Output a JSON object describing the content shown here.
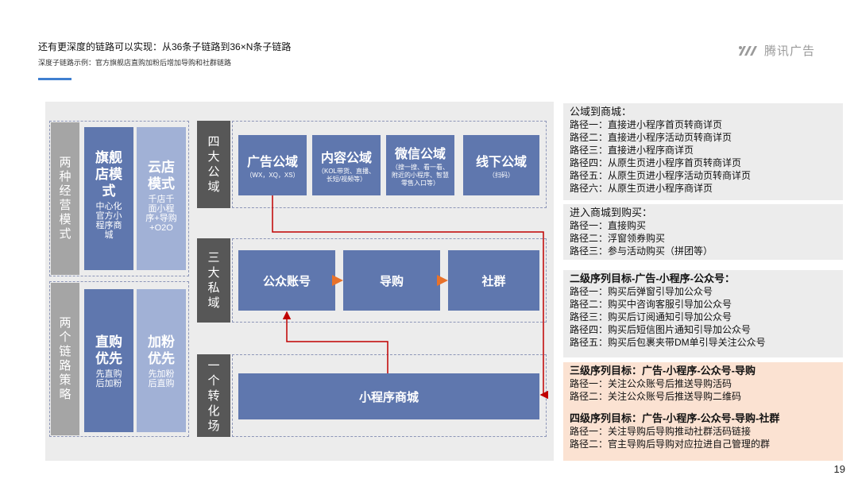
{
  "header": {
    "title": "还有更深度的链路可以实现：从36条子链路到36×N条子链路",
    "subtitle": "深度子链路示例：官方旗舰店直购加粉后增加导购和社群链路",
    "brand": "腾讯广告"
  },
  "page_number": "19",
  "left": {
    "mode_label": "两种经营模式",
    "strategy_label": "两个链路策略",
    "flagship": {
      "title": "旗舰店模式",
      "sub": "中心化官方小程序商城"
    },
    "cloud": {
      "title": "云店模式",
      "sub": "千店千面小程序+导购+O2O"
    },
    "direct": {
      "title": "直购优先",
      "sub": "先直购后加粉"
    },
    "fans": {
      "title": "加粉优先",
      "sub": "先加粉后直购"
    }
  },
  "center": {
    "public_label": "四大公域",
    "private_label": "三大私域",
    "conversion_label": "一个转化场",
    "domains": [
      {
        "title": "广告公域",
        "sub": "（WX，XQ，XS）"
      },
      {
        "title": "内容公域",
        "sub": "（KOL带货、直播、长短/视频等）"
      },
      {
        "title": "微信公域",
        "sub": "（搜一搜、看一看、附近的小程序、智慧零售入口等）"
      },
      {
        "title": "线下公域",
        "sub": "（扫码）"
      }
    ],
    "private": [
      "公众账号",
      "导购",
      "社群"
    ],
    "mall": "小程序商城"
  },
  "right": {
    "box1": {
      "header": "公域到商城：",
      "items": [
        "路径一：直接进小程序首页转商详页",
        "路径二：直接进小程序活动页转商详页",
        "路径三：直接进小程序商详页",
        "路径四：从原生页进小程序首页转商详页",
        "路径五：从原生页进小程序活动页转商详页",
        "路径六：从原生页进小程序商详页"
      ]
    },
    "box2": {
      "header": "进入商城到购买：",
      "items": [
        "路径一：直接购买",
        "路径二：浮窗领券购买",
        "路径三：参与活动购买（拼团等）"
      ]
    },
    "box3": {
      "header": "二级序列目标-广告-小程序-公众号：",
      "items": [
        "路径一：购买后弹窗引导加公众号",
        "路径二：购买中咨询客服引导加公众号",
        "路径三：购买后订阅通知引导加公众号",
        "路径四：购买后短信图片通知引导加公众号",
        "路径五：购买后包裹夹带DM单引导关注公众号"
      ]
    },
    "box4": {
      "header": "三级序列目标：广告-小程序-公众号-导购",
      "items": [
        "路径一：关注公众账号后推送导购活码",
        "路径二：关注公众账号后推送导购二维码"
      ],
      "header2": "四级序列目标：广告-小程序-公众号-导购-社群",
      "items2": [
        "路径一：关注导购后导购推动社群活码链接",
        "路径二：官主导购后导购对应拉进自己管理的群"
      ]
    }
  },
  "colors": {
    "accent_blue": "#5f77ae",
    "light_blue": "#a1b1d6",
    "arrow_red": "#c00000",
    "arrow_orange": "#e8722a",
    "peach": "#fbe2d2"
  }
}
